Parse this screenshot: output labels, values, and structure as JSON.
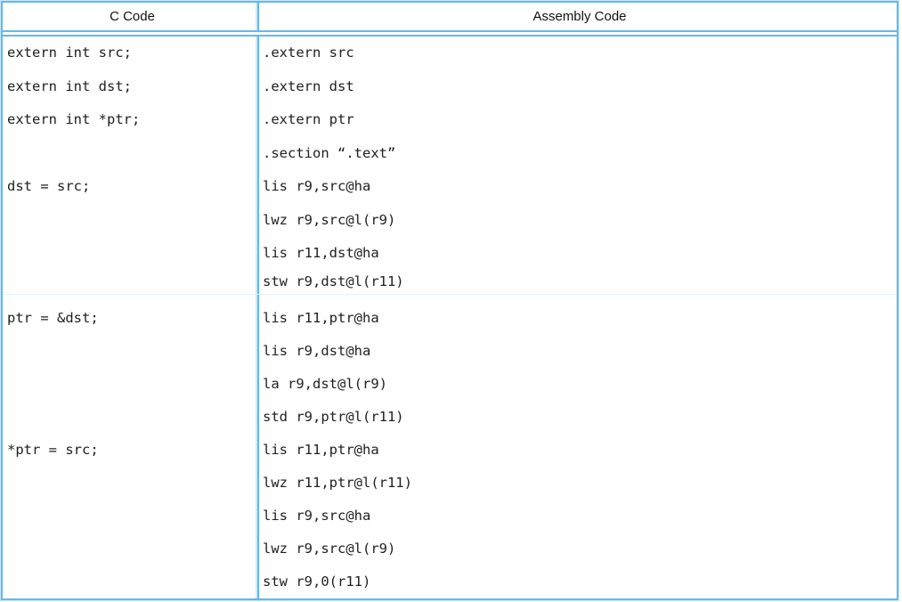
{
  "table": {
    "header": {
      "c_col": "C Code",
      "asm_col": "Assembly Code"
    },
    "rows": [
      {
        "c": [
          "extern int src;",
          "extern int dst;",
          "extern int *ptr;",
          "",
          "dst = src;"
        ],
        "asm": [
          ".extern src",
          ".extern dst",
          ".extern ptr",
          ".section “.text”",
          "lis r9,src@ha",
          "lwz r9,src@l(r9)",
          "lis r11,dst@ha",
          "stw r9,dst@l(r11)"
        ]
      },
      {
        "c": [
          "ptr = &dst;",
          "",
          "",
          "",
          "*ptr = src;"
        ],
        "asm": [
          "lis r11,ptr@ha",
          "lis r9,dst@ha",
          "la r9,dst@l(r9)",
          "std r9,ptr@l(r11)",
          "lis r11,ptr@ha",
          "lwz r11,ptr@l(r11)",
          "lis r9,src@ha",
          "lwz r9,src@l(r9)",
          "stw r9,0(r11)"
        ]
      }
    ],
    "colors": {
      "border_blue": "#62b8f3",
      "border_pale": "#c7e7fc",
      "row_divider": "#e6eff8",
      "text": "#1f1f1f"
    }
  }
}
